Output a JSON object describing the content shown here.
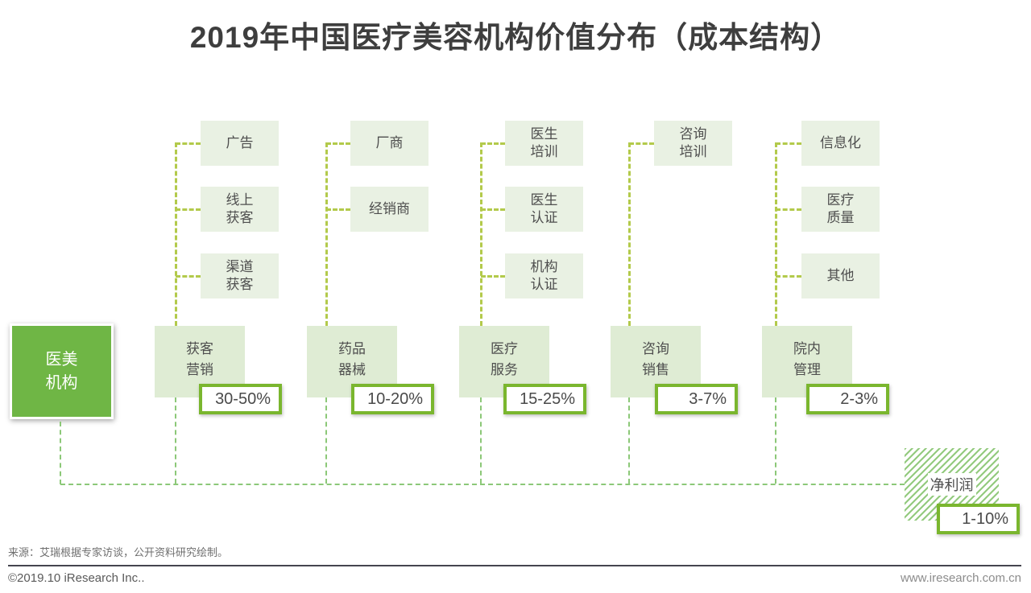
{
  "title": "2019年中国医疗美容机构价值分布（成本结构）",
  "root": {
    "label": "医美\n机构"
  },
  "groups": [
    {
      "category": "获客\n营销",
      "percent": "30-50%",
      "children": [
        "广告",
        "线上\n获客",
        "渠道\n获客"
      ]
    },
    {
      "category": "药品\n器械",
      "percent": "10-20%",
      "children": [
        "厂商",
        "经销商"
      ]
    },
    {
      "category": "医疗\n服务",
      "percent": "15-25%",
      "children": [
        "医生\n培训",
        "医生\n认证",
        "机构\n认证"
      ]
    },
    {
      "category": "咨询\n销售",
      "percent": "3-7%",
      "children": [
        "咨询\n培训"
      ]
    },
    {
      "category": "院内\n管理",
      "percent": "2-3%",
      "children": [
        "信息化",
        "医疗\n质量",
        "其他"
      ]
    }
  ],
  "net_profit": {
    "label": "净利润",
    "percent": "1-10%"
  },
  "source_note": "来源：艾瑞根据专家访谈，公开资料研究绘制。",
  "footer": {
    "copyright": "©2019.10 iResearch Inc..",
    "website": "www.iresearch.com.cn"
  },
  "colors": {
    "accent_green": "#6fb645",
    "badge_border": "#7ab62e",
    "box_light": "#e9f1e3",
    "box_medium": "#dfecd4",
    "dash_yellow_green": "#b3ca4b",
    "dash_green": "#8cc878",
    "hatch_green": "#93ca7e"
  }
}
